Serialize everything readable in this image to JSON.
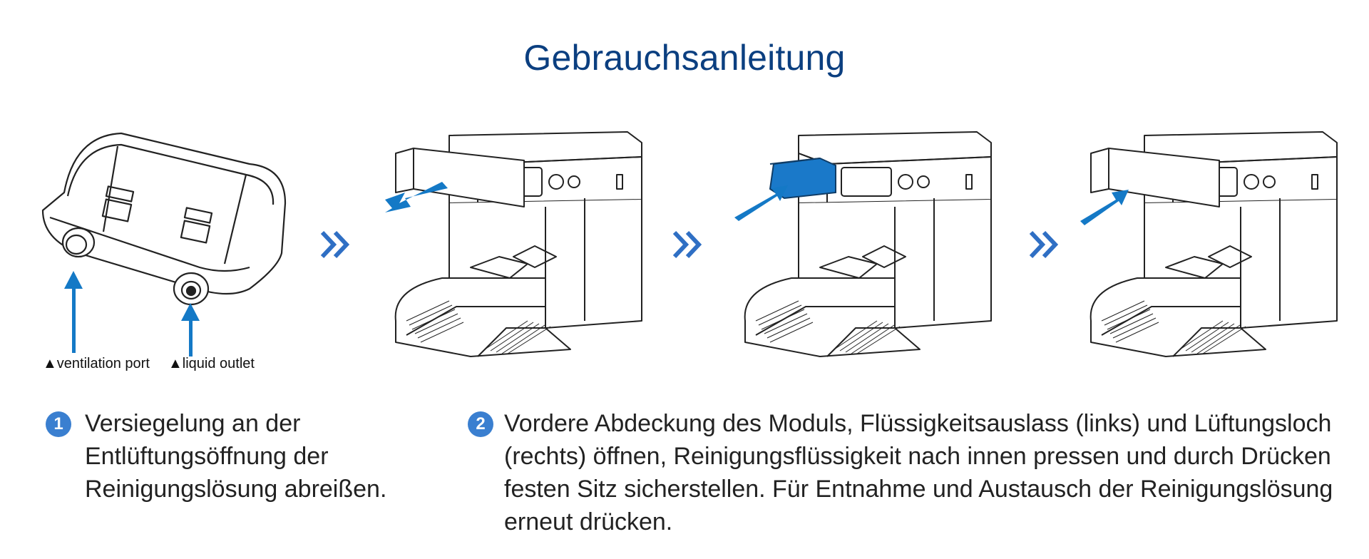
{
  "title": "Gebrauchsanleitung",
  "colors": {
    "title": "#0b3f80",
    "accent_blue": "#1479c6",
    "chevron": "#2f6fc4",
    "cartridge_fill": "#1a79c9",
    "badge": "#3a7fd0"
  },
  "labels": {
    "ventilation_port": "▲ventilation port",
    "liquid_outlet": "▲liquid outlet"
  },
  "steps": [
    {
      "number": "1",
      "text": "Versiegelung an der Entlüftungsöffnung der Reinigungslösung abreißen."
    },
    {
      "number": "2",
      "text": "Vordere Abdeckung des Moduls, Flüssigkeitsauslass (links) und Lüftungsloch (rechts) öffnen, Reinigungsflüssigkeit nach innen pressen und durch Drücken festen Sitz sicherstellen. Für Entnahme und Austausch der Reinigungslösung erneut drücken."
    }
  ],
  "icons": [
    "cartridge-illustration",
    "station-open-illustration",
    "station-insert-illustration",
    "station-close-illustration",
    "double-chevron-icon",
    "up-arrow-icon",
    "direction-arrow-icon"
  ]
}
